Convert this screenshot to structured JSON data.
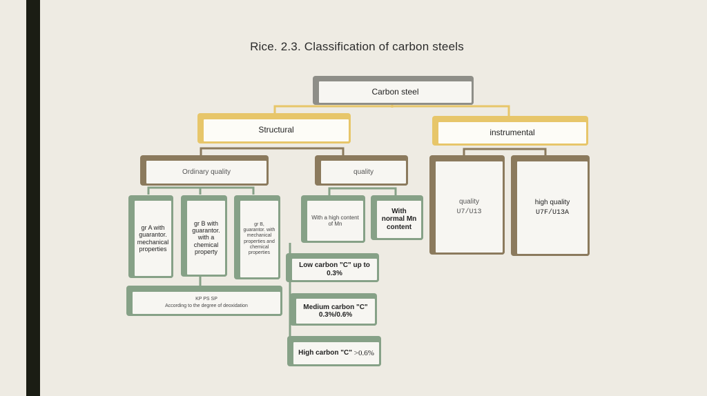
{
  "title": "Rice. 2.3. Classification of carbon steels",
  "nodes": {
    "carbon_steel": "Carbon steel",
    "structural": "Structural",
    "instrumental": "instrumental",
    "ordinary_quality": "Ordinary quality",
    "quality": "quality",
    "quality_u7": {
      "line1": "quality",
      "line2": "U7/U13"
    },
    "high_quality": {
      "line1": "high quality",
      "line2": "U7F/U13A"
    },
    "gr_a": "gr A with guarantor. mechanical properties",
    "gr_b": "gr B with guarantor. with a chemical property",
    "gr_v": "gr B, guarantor. with mechanical properties and chemical properties",
    "high_mn": "With a high content of Mn",
    "normal_mn": "With normal Mn content",
    "deox": {
      "line1": "KP PS SP",
      "line2": "According to the degree of deoxidation"
    },
    "low_c": "Low carbon \"C\" up to 0.3%",
    "medium_c": "Medium carbon \"C\" 0.3%/0.6%",
    "high_c": {
      "text": "High carbon \"C\" ",
      "value": ">0.6%"
    }
  },
  "colors": {
    "root": "#8e8e88",
    "level1": "#e7c66a",
    "level2": "#8b7a5d",
    "level3": "#86a187",
    "bar": "#1b1d14",
    "background": "#eeebe3"
  }
}
